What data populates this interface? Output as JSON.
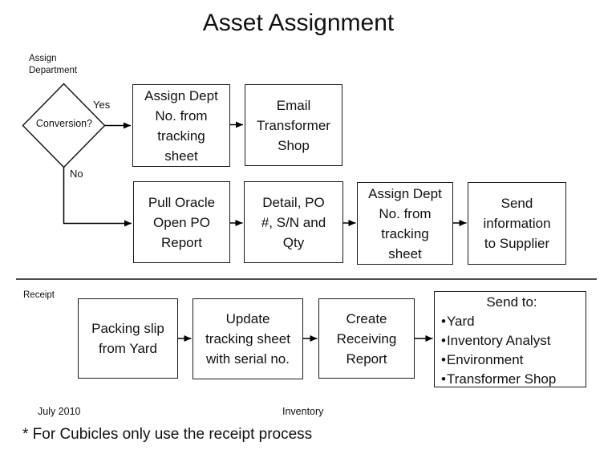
{
  "title": "Asset Assignment",
  "assign_section": {
    "label": "Assign\nDepartment",
    "decision": "Conversion?",
    "yes": "Yes",
    "no": "No",
    "row1": [
      "Assign Dept\nNo. from\ntracking\nsheet",
      "Email\nTransformer\nShop"
    ],
    "row2": [
      "Pull Oracle\nOpen PO\nReport",
      "Detail, PO\n#, S/N and\nQty",
      "Assign Dept\nNo. from\ntracking\nsheet",
      "Send\ninformation\nto Supplier"
    ]
  },
  "receipt_section": {
    "label": "Receipt",
    "row": [
      "Packing slip\nfrom Yard",
      "Update\ntracking sheet\nwith serial no.",
      "Create\nReceiving\nReport"
    ],
    "send_to": {
      "title": "Send to:",
      "bullet": "•",
      "items": [
        "Yard",
        "Inventory Analyst",
        "Environment",
        "Transformer Shop"
      ]
    }
  },
  "footer": {
    "date": "July 2010",
    "category": "Inventory",
    "footnote": "* For Cubicles only use the receipt process"
  },
  "colors": {
    "background": "#ffffff",
    "box_border": "#1a1a1a",
    "connector": "#000000",
    "divider": "#4d4d4d",
    "text": "#111111"
  }
}
